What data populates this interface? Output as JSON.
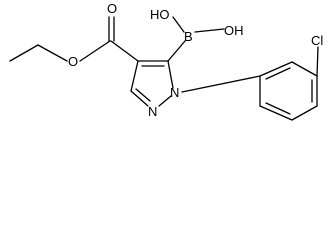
{
  "structure": {
    "atom_labels": {
      "boron": "B",
      "oh_left": "HO",
      "oh_right": "OH",
      "chlorine": "Cl",
      "carbonyl_oxygen": "O",
      "ester_oxygen": "O",
      "nitrogen_1": "N",
      "nitrogen_2": "N"
    },
    "colors": {
      "bond": "#000000",
      "text": "#000000",
      "background": "#ffffff"
    }
  }
}
